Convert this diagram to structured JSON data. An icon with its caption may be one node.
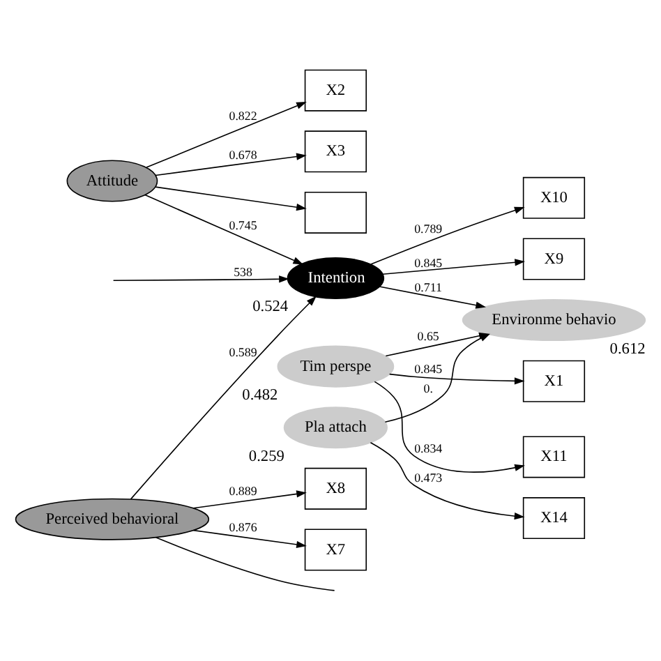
{
  "diagram": {
    "nodes": [
      {
        "text": [
          "X2"
        ]
      },
      {
        "text": [
          "X3"
        ]
      },
      {
        "text": [
          "Attitude"
        ]
      },
      {
        "text": [],
        "shape": "box"
      },
      {
        "text": [
          "X9"
        ]
      },
      {
        "text": [
          "Intention"
        ],
        "beside": [
          "0.524"
        ]
      },
      {
        "text": [
          "X10"
        ]
      },
      {
        "text": [
          "Perceived behavioral"
        ]
      },
      {
        "text": [
          "X8"
        ]
      },
      {
        "text": [
          "X7"
        ]
      },
      {
        "text": [
          "X1"
        ]
      },
      {
        "text": [
          "X11"
        ]
      },
      {
        "text": [
          "Tim perspe"
        ],
        "beside": [
          "0.482"
        ]
      },
      {
        "text": [
          "Environme behavio"
        ],
        "beside": [
          "0.612"
        ]
      },
      {
        "text": [
          "Pla attach"
        ],
        "beside": [
          "0.259"
        ]
      },
      {
        "text": [
          "X14"
        ]
      }
    ],
    "edges": [
      {
        "from": 2,
        "to": 0,
        "arrow": "to",
        "label": "0.822"
      },
      {
        "from": 2,
        "to": 1,
        "arrow": "to",
        "label": "0.678"
      },
      {
        "from": 2,
        "to": 3,
        "arrow": "to"
      },
      {
        "from": 2,
        "to": 5,
        "arrow": "to",
        "label": "0.745"
      },
      {
        "from": null,
        "to": 5,
        "arrow": "to",
        "label": "538"
      },
      {
        "from": 7,
        "to": 5,
        "arrow": "to",
        "label": "0.589"
      },
      {
        "from": 5,
        "to": 4,
        "arrow": "to",
        "label": "0.845"
      },
      {
        "from": 5,
        "to": 6,
        "arrow": "to",
        "label": "0.789"
      },
      {
        "from": 5,
        "to": 13,
        "arrow": "to",
        "label": "0.711"
      },
      {
        "from": 7,
        "to": 8,
        "arrow": "to",
        "label": "0.889"
      },
      {
        "from": 7,
        "to": 9,
        "arrow": "to",
        "label": "0.876"
      },
      {
        "from": 7,
        "to": null,
        "arrow": "none"
      },
      {
        "from": 12,
        "to": 10,
        "arrow": "to",
        "label": "0.845"
      },
      {
        "from": 12,
        "to": 11,
        "arrow": "to",
        "label": "0.834"
      },
      {
        "from": 12,
        "to": 13,
        "arrow": "to",
        "label": "0.65"
      },
      {
        "from": 14,
        "to": 13,
        "arrow": "to",
        "label": "0."
      },
      {
        "from": 14,
        "to": 15,
        "arrow": "to",
        "label": "0.473"
      }
    ]
  }
}
